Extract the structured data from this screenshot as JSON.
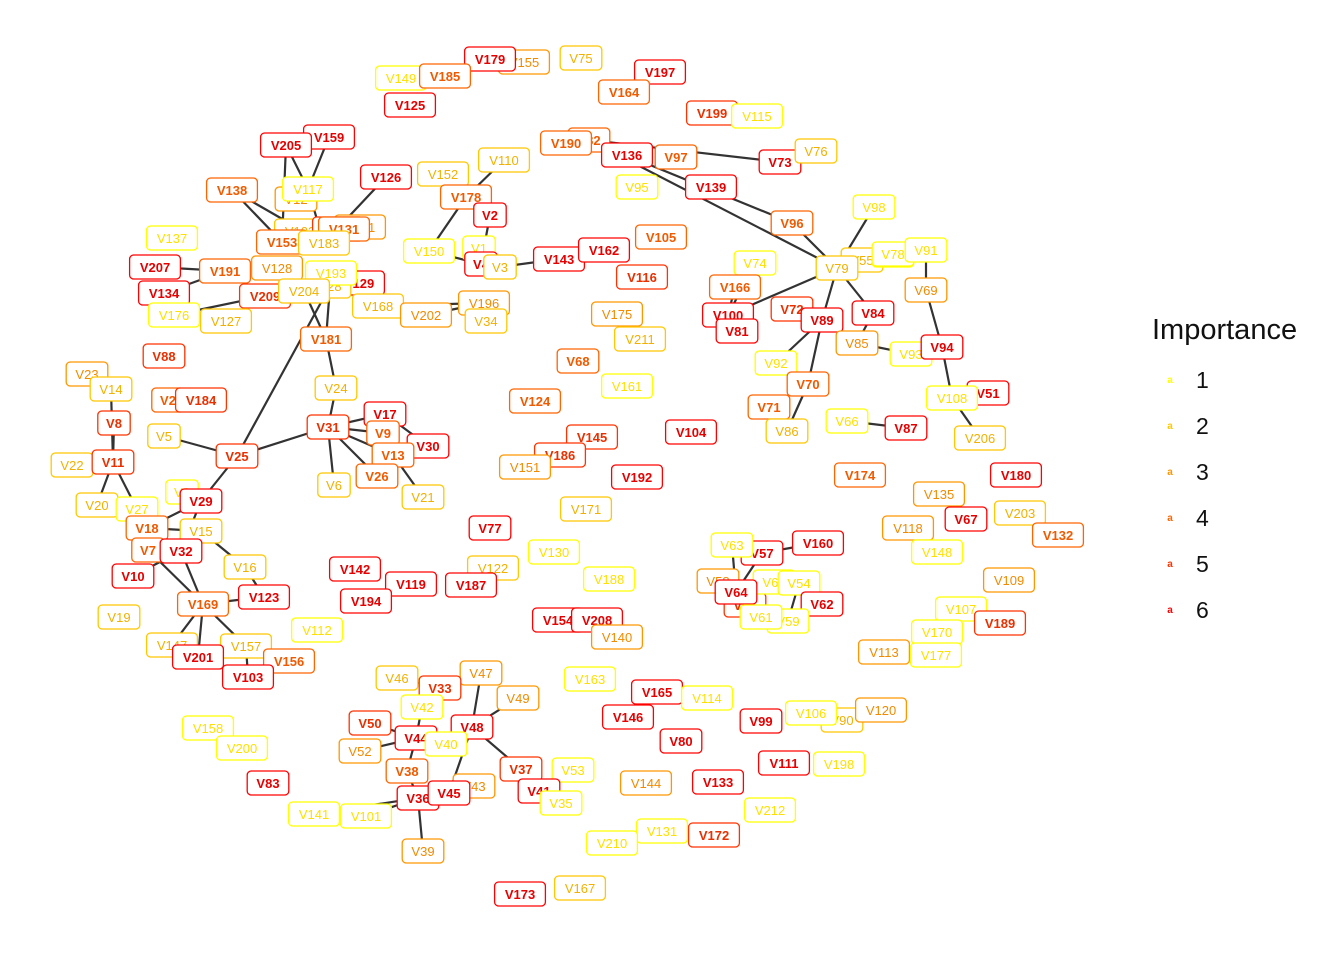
{
  "legend": {
    "title": "Importance",
    "items": [
      {
        "key": "a",
        "label": "1",
        "color": "#FFFF00"
      },
      {
        "key": "a",
        "label": "2",
        "color": "#FFC800"
      },
      {
        "key": "a",
        "label": "3",
        "color": "#FF9600"
      },
      {
        "key": "a",
        "label": "4",
        "color": "#FF6400"
      },
      {
        "key": "a",
        "label": "5",
        "color": "#FF3200"
      },
      {
        "key": "a",
        "label": "6",
        "color": "#FF0000"
      }
    ]
  },
  "nodes": [
    {
      "id": "V155",
      "imp": 3
    },
    {
      "id": "V179",
      "imp": 6
    },
    {
      "id": "V75",
      "imp": 2
    },
    {
      "id": "V149",
      "imp": 1
    },
    {
      "id": "V185",
      "imp": 4
    },
    {
      "id": "V197",
      "imp": 6
    },
    {
      "id": "V164",
      "imp": 4
    },
    {
      "id": "V125",
      "imp": 6
    },
    {
      "id": "V199",
      "imp": 5
    },
    {
      "id": "V115",
      "imp": 1
    },
    {
      "id": "V159",
      "imp": 6
    },
    {
      "id": "V205",
      "imp": 6
    },
    {
      "id": "V82",
      "imp": 4
    },
    {
      "id": "V190",
      "imp": 4
    },
    {
      "id": "V136",
      "imp": 6
    },
    {
      "id": "V97",
      "imp": 4
    },
    {
      "id": "V110",
      "imp": 2
    },
    {
      "id": "V73",
      "imp": 6
    },
    {
      "id": "V76",
      "imp": 2
    },
    {
      "id": "V126",
      "imp": 6
    },
    {
      "id": "V152",
      "imp": 2
    },
    {
      "id": "V95",
      "imp": 1
    },
    {
      "id": "V139",
      "imp": 6
    },
    {
      "id": "V138",
      "imp": 4
    },
    {
      "id": "V117",
      "imp": 1
    },
    {
      "id": "V178",
      "imp": 4
    },
    {
      "id": "V98",
      "imp": 1
    },
    {
      "id": "V2",
      "imp": 6
    },
    {
      "id": "V96",
      "imp": 4
    },
    {
      "id": "V131",
      "imp": 4
    },
    {
      "id": "V137",
      "imp": 1
    },
    {
      "id": "V153",
      "imp": 4
    },
    {
      "id": "V183",
      "imp": 2
    },
    {
      "id": "V105",
      "imp": 4
    },
    {
      "id": "V143",
      "imp": 6
    },
    {
      "id": "V162",
      "imp": 6
    },
    {
      "id": "V150",
      "imp": 1
    },
    {
      "id": "V1",
      "imp": 1
    },
    {
      "id": "V91",
      "imp": 1
    },
    {
      "id": "V207",
      "imp": 6
    },
    {
      "id": "V191",
      "imp": 4
    },
    {
      "id": "V128",
      "imp": 3
    },
    {
      "id": "V193",
      "imp": 1
    },
    {
      "id": "V4",
      "imp": 6
    },
    {
      "id": "V3",
      "imp": 2
    },
    {
      "id": "V79",
      "imp": 2
    },
    {
      "id": "V74",
      "imp": 1
    },
    {
      "id": "V116",
      "imp": 5
    },
    {
      "id": "V134",
      "imp": 6
    },
    {
      "id": "V209",
      "imp": 5
    },
    {
      "id": "V204",
      "imp": 2
    },
    {
      "id": "V166",
      "imp": 4
    },
    {
      "id": "V69",
      "imp": 3
    },
    {
      "id": "V168",
      "imp": 2
    },
    {
      "id": "V196",
      "imp": 3
    },
    {
      "id": "V176",
      "imp": 1
    },
    {
      "id": "V127",
      "imp": 2
    },
    {
      "id": "V202",
      "imp": 3
    },
    {
      "id": "V34",
      "imp": 2
    },
    {
      "id": "V175",
      "imp": 3
    },
    {
      "id": "V100",
      "imp": 6
    },
    {
      "id": "V81",
      "imp": 6
    },
    {
      "id": "V84",
      "imp": 6
    },
    {
      "id": "V89",
      "imp": 6
    },
    {
      "id": "V181",
      "imp": 4
    },
    {
      "id": "V211",
      "imp": 2
    },
    {
      "id": "V85",
      "imp": 3
    },
    {
      "id": "V93",
      "imp": 1
    },
    {
      "id": "V94",
      "imp": 6
    },
    {
      "id": "V88",
      "imp": 5
    },
    {
      "id": "V68",
      "imp": 4
    },
    {
      "id": "V92",
      "imp": 1
    },
    {
      "id": "V23",
      "imp": 3
    },
    {
      "id": "V14",
      "imp": 2
    },
    {
      "id": "V161",
      "imp": 1
    },
    {
      "id": "V24",
      "imp": 2
    },
    {
      "id": "V70",
      "imp": 4
    },
    {
      "id": "V51",
      "imp": 6
    },
    {
      "id": "V108",
      "imp": 1
    },
    {
      "id": "V184",
      "imp": 5
    },
    {
      "id": "V124",
      "imp": 4
    },
    {
      "id": "V71",
      "imp": 4
    },
    {
      "id": "V86",
      "imp": 2
    },
    {
      "id": "V66",
      "imp": 1
    },
    {
      "id": "V87",
      "imp": 6
    },
    {
      "id": "V17",
      "imp": 6
    },
    {
      "id": "V8",
      "imp": 5
    },
    {
      "id": "V31",
      "imp": 5
    },
    {
      "id": "V9",
      "imp": 4
    },
    {
      "id": "V5",
      "imp": 2
    },
    {
      "id": "V104",
      "imp": 6
    },
    {
      "id": "V145",
      "imp": 5
    },
    {
      "id": "V206",
      "imp": 2
    },
    {
      "id": "V25",
      "imp": 5
    },
    {
      "id": "V30",
      "imp": 6
    },
    {
      "id": "V22",
      "imp": 2
    },
    {
      "id": "V11",
      "imp": 5
    },
    {
      "id": "V13",
      "imp": 4
    },
    {
      "id": "V186",
      "imp": 5
    },
    {
      "id": "V151",
      "imp": 3
    },
    {
      "id": "V174",
      "imp": 4
    },
    {
      "id": "V180",
      "imp": 6
    },
    {
      "id": "V6",
      "imp": 2
    },
    {
      "id": "V26",
      "imp": 4
    },
    {
      "id": "V192",
      "imp": 6
    },
    {
      "id": "V21",
      "imp": 2
    },
    {
      "id": "V135",
      "imp": 3
    },
    {
      "id": "V20",
      "imp": 2
    },
    {
      "id": "V29",
      "imp": 6
    },
    {
      "id": "V27",
      "imp": 1
    },
    {
      "id": "V171",
      "imp": 2
    },
    {
      "id": "V67",
      "imp": 6
    },
    {
      "id": "V203",
      "imp": 2
    },
    {
      "id": "V132",
      "imp": 4
    },
    {
      "id": "V18",
      "imp": 4
    },
    {
      "id": "V15",
      "imp": 2
    },
    {
      "id": "V118",
      "imp": 3
    },
    {
      "id": "V148",
      "imp": 1
    },
    {
      "id": "V77",
      "imp": 6
    },
    {
      "id": "V160",
      "imp": 6
    },
    {
      "id": "V63",
      "imp": 1
    },
    {
      "id": "V7",
      "imp": 4
    },
    {
      "id": "V32",
      "imp": 6
    },
    {
      "id": "V130",
      "imp": 1
    },
    {
      "id": "V16",
      "imp": 2
    },
    {
      "id": "V142",
      "imp": 6
    },
    {
      "id": "V122",
      "imp": 2
    },
    {
      "id": "V188",
      "imp": 1
    },
    {
      "id": "V60",
      "imp": 1
    },
    {
      "id": "V54",
      "imp": 1
    },
    {
      "id": "V64",
      "imp": 6
    },
    {
      "id": "V10",
      "imp": 6
    },
    {
      "id": "V119",
      "imp": 6
    },
    {
      "id": "V187",
      "imp": 6
    },
    {
      "id": "V109",
      "imp": 3
    },
    {
      "id": "V123",
      "imp": 6
    },
    {
      "id": "V169",
      "imp": 4
    },
    {
      "id": "V194",
      "imp": 6
    },
    {
      "id": "V62",
      "imp": 6
    },
    {
      "id": "V107",
      "imp": 1
    },
    {
      "id": "V19",
      "imp": 2
    },
    {
      "id": "V154",
      "imp": 6
    },
    {
      "id": "V208",
      "imp": 6
    },
    {
      "id": "V59",
      "imp": 1
    },
    {
      "id": "V61",
      "imp": 1
    },
    {
      "id": "V112",
      "imp": 1
    },
    {
      "id": "V140",
      "imp": 3
    },
    {
      "id": "V189",
      "imp": 5
    },
    {
      "id": "V170",
      "imp": 1
    },
    {
      "id": "V157",
      "imp": 2
    },
    {
      "id": "V113",
      "imp": 3
    },
    {
      "id": "V177",
      "imp": 1
    },
    {
      "id": "V201",
      "imp": 6
    },
    {
      "id": "V156",
      "imp": 4
    },
    {
      "id": "V103",
      "imp": 6
    },
    {
      "id": "V47",
      "imp": 3
    },
    {
      "id": "V46",
      "imp": 2
    },
    {
      "id": "V33",
      "imp": 5
    },
    {
      "id": "V163",
      "imp": 1
    },
    {
      "id": "V165",
      "imp": 6
    },
    {
      "id": "V114",
      "imp": 1
    },
    {
      "id": "V49",
      "imp": 3
    },
    {
      "id": "V42",
      "imp": 1
    },
    {
      "id": "V48",
      "imp": 6
    },
    {
      "id": "V146",
      "imp": 6
    },
    {
      "id": "V106",
      "imp": 1
    },
    {
      "id": "V50",
      "imp": 5
    },
    {
      "id": "V99",
      "imp": 6
    },
    {
      "id": "V120",
      "imp": 3
    },
    {
      "id": "V158",
      "imp": 1
    },
    {
      "id": "V44",
      "imp": 6
    },
    {
      "id": "V40",
      "imp": 1
    },
    {
      "id": "V200",
      "imp": 1
    },
    {
      "id": "V52",
      "imp": 3
    },
    {
      "id": "V80",
      "imp": 6
    },
    {
      "id": "V198",
      "imp": 1
    },
    {
      "id": "V111",
      "imp": 6
    },
    {
      "id": "V38",
      "imp": 4
    },
    {
      "id": "V37",
      "imp": 5
    },
    {
      "id": "V53",
      "imp": 1
    },
    {
      "id": "V43",
      "imp": 3
    },
    {
      "id": "V83",
      "imp": 6
    },
    {
      "id": "V144",
      "imp": 3
    },
    {
      "id": "V133",
      "imp": 6
    },
    {
      "id": "V36",
      "imp": 6
    },
    {
      "id": "V45",
      "imp": 6
    },
    {
      "id": "V41",
      "imp": 6
    },
    {
      "id": "V35",
      "imp": 1
    },
    {
      "id": "V212",
      "imp": 1
    },
    {
      "id": "V141",
      "imp": 1
    },
    {
      "id": "V101",
      "imp": 1
    },
    {
      "id": "V131b",
      "label": "V131",
      "imp": 1
    },
    {
      "id": "V210",
      "imp": 1
    },
    {
      "id": "V172",
      "imp": 5
    },
    {
      "id": "V39",
      "imp": 3
    },
    {
      "id": "V167",
      "imp": 2
    },
    {
      "id": "V173",
      "imp": 6
    },
    {
      "id": "V2b",
      "label": "V2",
      "imp": 4
    },
    {
      "id": "V12",
      "imp": 3
    },
    {
      "id": "V102",
      "imp": 2
    },
    {
      "id": "V55",
      "imp": 2
    },
    {
      "id": "V65",
      "imp": 1
    },
    {
      "id": "V78",
      "imp": 1
    },
    {
      "id": "V72",
      "imp": 5
    },
    {
      "id": "V129",
      "imp": 6
    },
    {
      "id": "V121",
      "imp": 3
    },
    {
      "id": "V57",
      "imp": 6
    },
    {
      "id": "V58",
      "imp": 3
    },
    {
      "id": "V56",
      "imp": 5
    },
    {
      "id": "V147",
      "imp": 2
    },
    {
      "id": "V90",
      "imp": 2
    },
    {
      "id": "V9b",
      "label": "V9",
      "imp": 1
    },
    {
      "id": "V28",
      "imp": 2
    },
    {
      "id": "V195",
      "imp": 5
    }
  ],
  "edges": [
    [
      "V205",
      "V159"
    ],
    [
      "V205",
      "V153"
    ],
    [
      "V205",
      "V117"
    ],
    [
      "V159",
      "V117"
    ],
    [
      "V138",
      "V153"
    ],
    [
      "V138",
      "V183"
    ],
    [
      "V153",
      "V183"
    ],
    [
      "V126",
      "V183"
    ],
    [
      "V117",
      "V183"
    ],
    [
      "V178",
      "V150"
    ],
    [
      "V178",
      "V2"
    ],
    [
      "V110",
      "V178"
    ],
    [
      "V150",
      "V4"
    ],
    [
      "V4",
      "V3"
    ],
    [
      "V3",
      "V143"
    ],
    [
      "V2",
      "V4"
    ],
    [
      "V207",
      "V191"
    ],
    [
      "V134",
      "V191"
    ],
    [
      "V191",
      "V209"
    ],
    [
      "V176",
      "V209"
    ],
    [
      "V127",
      "V209"
    ],
    [
      "V209",
      "V193"
    ],
    [
      "V193",
      "V181"
    ],
    [
      "V204",
      "V181"
    ],
    [
      "V181",
      "V24"
    ],
    [
      "V168",
      "V196"
    ],
    [
      "V202",
      "V196"
    ],
    [
      "V196",
      "V34"
    ],
    [
      "V82",
      "V96"
    ],
    [
      "V82",
      "V79"
    ],
    [
      "V73",
      "V82"
    ],
    [
      "V96",
      "V79"
    ],
    [
      "V79",
      "V100"
    ],
    [
      "V79",
      "V89"
    ],
    [
      "V79",
      "V84"
    ],
    [
      "V166",
      "V100"
    ],
    [
      "V74",
      "V100"
    ],
    [
      "V100",
      "V81"
    ],
    [
      "V89",
      "V92"
    ],
    [
      "V92",
      "V70"
    ],
    [
      "V70",
      "V71"
    ],
    [
      "V70",
      "V86"
    ],
    [
      "V89",
      "V70"
    ],
    [
      "V84",
      "V85"
    ],
    [
      "V91",
      "V69"
    ],
    [
      "V98",
      "V79"
    ],
    [
      "V94",
      "V108"
    ],
    [
      "V108",
      "V206"
    ],
    [
      "V66",
      "V87"
    ],
    [
      "V108",
      "V51"
    ],
    [
      "V69",
      "V94"
    ],
    [
      "V85",
      "V93"
    ],
    [
      "V79",
      "V65"
    ],
    [
      "V78",
      "V91"
    ],
    [
      "V24",
      "V31"
    ],
    [
      "V31",
      "V17"
    ],
    [
      "V31",
      "V9"
    ],
    [
      "V31",
      "V6"
    ],
    [
      "V31",
      "V26"
    ],
    [
      "V31",
      "V13"
    ],
    [
      "V17",
      "V30"
    ],
    [
      "V13",
      "V21"
    ],
    [
      "V25",
      "V31"
    ],
    [
      "V5",
      "V25"
    ],
    [
      "V25",
      "V29"
    ],
    [
      "V25",
      "V28"
    ],
    [
      "V8",
      "V11"
    ],
    [
      "V14",
      "V11"
    ],
    [
      "V11",
      "V22"
    ],
    [
      "V11",
      "V20"
    ],
    [
      "V11",
      "V27"
    ],
    [
      "V27",
      "V18"
    ],
    [
      "V18",
      "V29"
    ],
    [
      "V18",
      "V15"
    ],
    [
      "V29",
      "V32"
    ],
    [
      "V32",
      "V169"
    ],
    [
      "V7",
      "V169"
    ],
    [
      "V15",
      "V16"
    ],
    [
      "V16",
      "V123"
    ],
    [
      "V169",
      "V123"
    ],
    [
      "V169",
      "V201"
    ],
    [
      "V169",
      "V147"
    ],
    [
      "V169",
      "V157"
    ],
    [
      "V157",
      "V103"
    ],
    [
      "V201",
      "V103"
    ],
    [
      "V10",
      "V32"
    ],
    [
      "V63",
      "V64"
    ],
    [
      "V64",
      "V60"
    ],
    [
      "V64",
      "V61"
    ],
    [
      "V64",
      "V57"
    ],
    [
      "V160",
      "V57"
    ],
    [
      "V60",
      "V62"
    ],
    [
      "V54",
      "V59"
    ],
    [
      "V58",
      "V64"
    ],
    [
      "V56",
      "V64"
    ],
    [
      "V47",
      "V48"
    ],
    [
      "V46",
      "V33"
    ],
    [
      "V33",
      "V42"
    ],
    [
      "V42",
      "V44"
    ],
    [
      "V44",
      "V40"
    ],
    [
      "V50",
      "V44"
    ],
    [
      "V52",
      "V44"
    ],
    [
      "V44",
      "V38"
    ],
    [
      "V38",
      "V36"
    ],
    [
      "V36",
      "V45"
    ],
    [
      "V48",
      "V37"
    ],
    [
      "V37",
      "V41"
    ],
    [
      "V48",
      "V45"
    ],
    [
      "V43",
      "V45"
    ],
    [
      "V36",
      "V101"
    ],
    [
      "V36",
      "V39"
    ],
    [
      "V36",
      "V141"
    ],
    [
      "V49",
      "V48"
    ],
    [
      "V40",
      "V48"
    ]
  ]
}
